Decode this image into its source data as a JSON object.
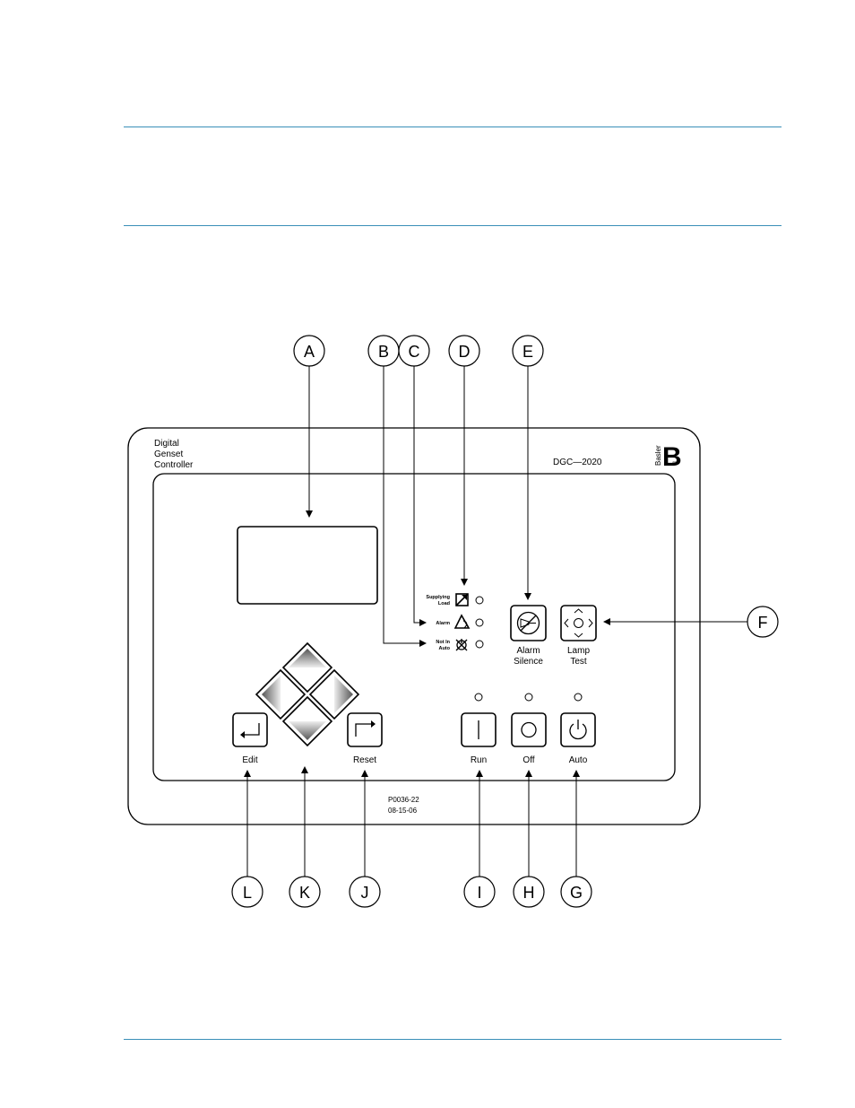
{
  "page": {
    "rule_color": "#3a8fb8"
  },
  "panel": {
    "heading_lines": [
      "Digital",
      "Genset",
      "Controller"
    ],
    "model": "DGC—2020",
    "brand_text": "Basler",
    "brand_mark": "B",
    "trademark": "®",
    "indicators": [
      {
        "label_lines": [
          "Supplying",
          "Load"
        ],
        "icon": "supplying-load-icon"
      },
      {
        "label_lines": [
          "Alarm"
        ],
        "icon": "alarm-triangle-icon"
      },
      {
        "label_lines": [
          "Not In",
          "Auto"
        ],
        "icon": "not-in-auto-icon"
      }
    ],
    "buttons": {
      "alarm_silence": [
        "Alarm",
        "Silence"
      ],
      "lamp_test": [
        "Lamp",
        "Test"
      ],
      "edit": "Edit",
      "reset": "Reset",
      "run": "Run",
      "off": "Off",
      "auto": "Auto"
    },
    "drawing_number": "P0036-22",
    "drawing_date": "08-15-06"
  },
  "callouts": [
    "A",
    "B",
    "C",
    "D",
    "E",
    "F",
    "G",
    "H",
    "I",
    "J",
    "K",
    "L"
  ]
}
